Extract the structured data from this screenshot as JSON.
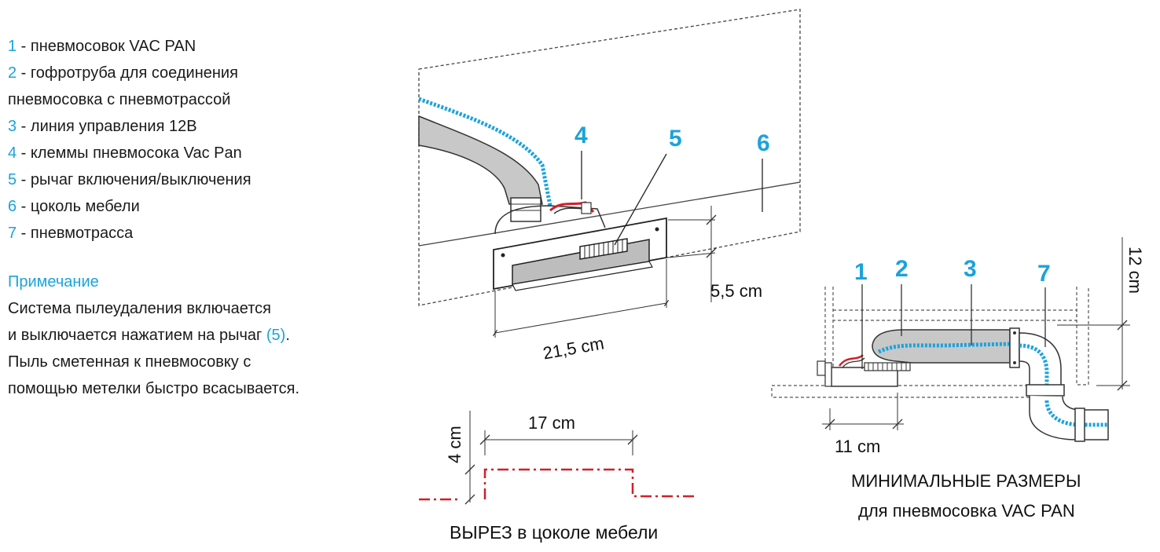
{
  "legend": [
    {
      "num": "1",
      "text": " - пневмосовок VAC PAN"
    },
    {
      "num": "2",
      "text": " - гофротруба для соединения"
    },
    {
      "num": "",
      "text": "пневмосовка с пневмотрассой"
    },
    {
      "num": "3",
      "text": " - линия управления 12В"
    },
    {
      "num": "4",
      "text": " - клеммы пневмосока Vac Pan"
    },
    {
      "num": "5",
      "text": " - рычаг включения/выключения"
    },
    {
      "num": "6",
      "text": " - цоколь мебели"
    },
    {
      "num": "7",
      "text": " - пневмотрасса"
    }
  ],
  "note": {
    "title": "Примечание",
    "line1": "Система пылеудаления включается",
    "line2_pre": "и выключается нажатием на рычаг ",
    "line2_ref": "(5)",
    "line2_post": ".",
    "line3": "Пыль сметенная к пневмосовку с",
    "line4": "помощью метелки быстро всасывается."
  },
  "main_diagram": {
    "callouts": [
      "4",
      "5",
      "6"
    ],
    "dim_width": "21,5 cm",
    "dim_height": "5,5 cm"
  },
  "cutout": {
    "dim_width": "17 cm",
    "dim_height": "4 cm",
    "caption": "ВЫРЕЗ в цоколе мебели"
  },
  "side_view": {
    "callouts": [
      "1",
      "2",
      "3",
      "7"
    ],
    "dim_depth": "11 cm",
    "dim_height": "12 cm",
    "caption_line1": "МИНИМАЛЬНЫЕ РАЗМЕРЫ",
    "caption_line2": "для пневмосовка VAC PAN"
  },
  "colors": {
    "accent": "#1aa3dd",
    "hose_fill": "#c8c8c8",
    "cut_line": "#d0202a",
    "wire_red": "#d0202a"
  }
}
